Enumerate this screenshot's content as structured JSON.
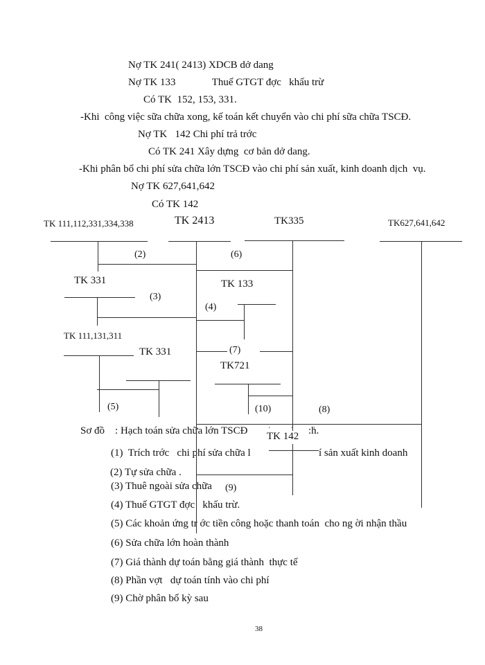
{
  "document": {
    "intro_lines": [
      "Nợ TK 241( 2413) XDCB dở dang",
      "Nợ TK 133              Thuế GTGT đợc   khấu trừ",
      "Có TK  152, 153, 331.",
      "-Khi  công việc sữa chữa xong, kế toán kết chuyển vào chi phí sữa chữa TSCĐ.",
      "Nợ TK   142 Chi phí trả trớc",
      "Có TK 241 Xây dựng  cơ bản dở dang.",
      "-Khi phân bổ chi phí sửa chữa lớn TSCĐ vào chi phí sản xuất, kinh doanh dịch  vụ.",
      "Nợ TK 627,641,642",
      "Có TK 142"
    ],
    "diagram": {
      "accounts": {
        "acc1": "TK 111,112,331,334,338",
        "acc2": "TK 2413",
        "acc3": "TK335",
        "acc4": "TK627,641,642",
        "tk331a": "TK 331",
        "tk133": "TK 133",
        "tk111131311": "TK 111,131,311",
        "tk331b": "TK 331",
        "tk721": "TK721",
        "tk142": "TK 142"
      },
      "flow_labels": {
        "f2": "(2)",
        "f3": "(3)",
        "f4": "(4)",
        "f5": "(5)",
        "f6": "(6)",
        "f7": "(7)",
        "f8": "(8)",
        "f9": "(9)",
        "f10": "(10)"
      }
    },
    "caption": {
      "prefix": "Sơ đồ    : Hạch toán sửa chữa lớn TSCĐ",
      "obscured": "' ' '",
      "suffix": ":h."
    },
    "legend": {
      "item1_pre": "(1)  Trích trớc   chi phí sửa chữa l",
      "item1_post": "í sản xuất kinh doanh",
      "items": [
        "(2) Tự sửa chữa .",
        "(3) Thuê ngoài sửa chữa",
        "(4) Thuế GTGT đợc   khấu trừ.",
        "(5) Các khoản ứng tr ớc tiền công hoặc thanh toán  cho ng ời nhận thầu",
        "(6) Sửa chữa lớn hoàn thành",
        "(7) Giá thành dự toán bằng giá thành  thực tế",
        "(8) Phần vợt   dự toán tính vào chi phí",
        "(9) Chờ phân bổ kỳ sau"
      ]
    },
    "page_number": "38"
  }
}
